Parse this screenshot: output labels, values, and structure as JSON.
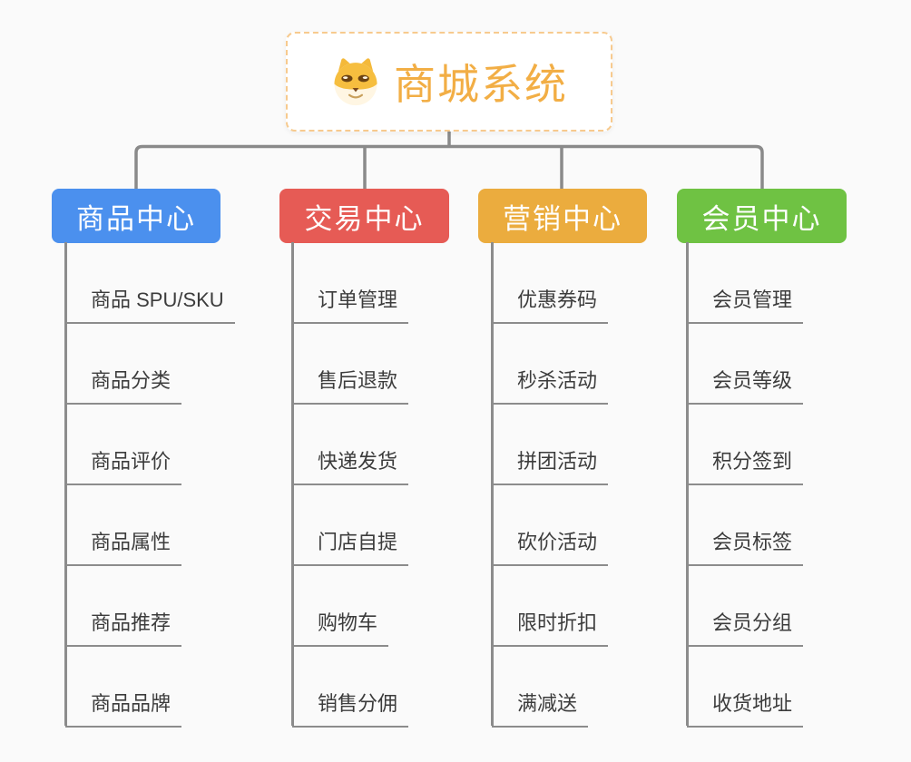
{
  "diagram": {
    "type": "mindmap-tree",
    "root": {
      "title": "商城系统",
      "icon": "doge-face-icon"
    },
    "branches": [
      {
        "label": "商品中心",
        "color": "#4b90ee",
        "children": [
          "商品 SPU/SKU",
          "商品分类",
          "商品评价",
          "商品属性",
          "商品推荐",
          "商品品牌"
        ]
      },
      {
        "label": "交易中心",
        "color": "#e65b55",
        "children": [
          "订单管理",
          "售后退款",
          "快递发货",
          "门店自提",
          "购物车",
          "销售分佣"
        ]
      },
      {
        "label": "营销中心",
        "color": "#ebac3e",
        "children": [
          "优惠券码",
          "秒杀活动",
          "拼团活动",
          "砍价活动",
          "限时折扣",
          "满减送"
        ]
      },
      {
        "label": "会员中心",
        "color": "#6fc243",
        "children": [
          "会员管理",
          "会员等级",
          "积分签到",
          "会员标签",
          "会员分组",
          "收货地址"
        ]
      }
    ]
  },
  "colors": {
    "background": "#fafafa",
    "connector": "#8a8a8a",
    "leaf_line": "#8c8c8c",
    "leaf_text": "#3c3c3c",
    "root_title": "#f2ae45",
    "root_border": "#f7ca8e",
    "node_text": "#ffffff"
  }
}
